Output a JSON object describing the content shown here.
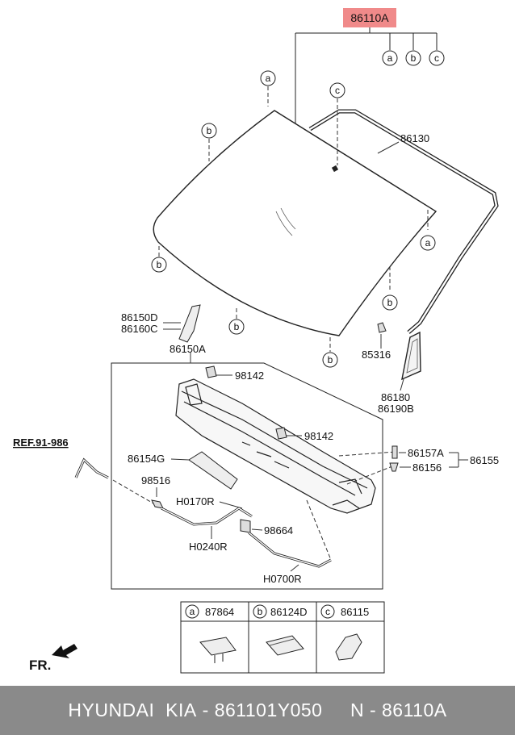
{
  "main_part": {
    "label": "86110A",
    "highlight": "#f08a8a",
    "refs": [
      "a",
      "b",
      "c"
    ]
  },
  "callouts": {
    "ref_link": "REF.91-986",
    "fr": "FR.",
    "markers": {
      "a": "a",
      "b": "b",
      "c": "c"
    },
    "labels": [
      {
        "id": "86130",
        "text": "86130"
      },
      {
        "id": "86150D",
        "text": "86150D"
      },
      {
        "id": "86160C",
        "text": "86160C"
      },
      {
        "id": "86150A",
        "text": "86150A"
      },
      {
        "id": "85316",
        "text": "85316"
      },
      {
        "id": "86180",
        "text": "86180"
      },
      {
        "id": "86190B",
        "text": "86190B"
      },
      {
        "id": "98142-top",
        "text": "98142"
      },
      {
        "id": "98142-mid",
        "text": "98142"
      },
      {
        "id": "86154G",
        "text": "86154G"
      },
      {
        "id": "98516",
        "text": "98516"
      },
      {
        "id": "H0170R",
        "text": "H0170R"
      },
      {
        "id": "98664",
        "text": "98664"
      },
      {
        "id": "H0240R",
        "text": "H0240R"
      },
      {
        "id": "H0700R",
        "text": "H0700R"
      },
      {
        "id": "86157A",
        "text": "86157A"
      },
      {
        "id": "86156",
        "text": "86156"
      },
      {
        "id": "86155",
        "text": "86155"
      }
    ]
  },
  "legend": [
    {
      "key": "a",
      "part": "87864"
    },
    {
      "key": "b",
      "part": "86124D"
    },
    {
      "key": "c",
      "part": "86115"
    }
  ],
  "footer": {
    "brand": "HYUNDAI  KIA",
    "sep1": " - ",
    "number": "861101Y050",
    "gap": "     ",
    "prefix": "N - ",
    "code": "86110A"
  }
}
